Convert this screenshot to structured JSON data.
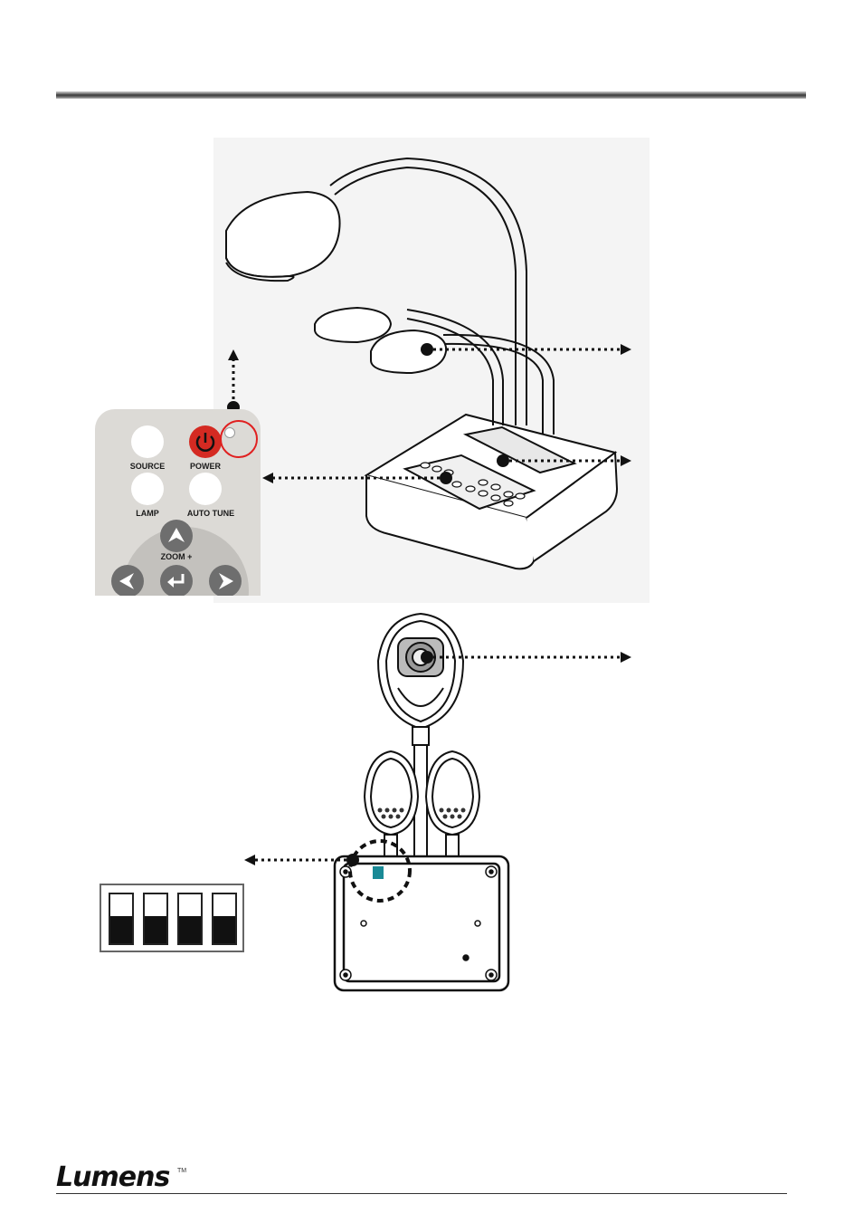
{
  "remote": {
    "labels": {
      "source": "SOURCE",
      "power": "POWER",
      "lamp": "LAMP",
      "auto_tune": "AUTO TUNE",
      "zoom_plus": "ZOOM +"
    },
    "power_icon": "power-icon",
    "up_icon": "arrow-up-icon",
    "left_icon": "arrow-left-icon",
    "enter_icon": "enter-icon",
    "right_icon": "arrow-right-icon"
  },
  "footer": {
    "brand": "Lumens",
    "trademark": "TM"
  },
  "colors": {
    "power_button": "#d42a22",
    "highlight_circle": "#e02020",
    "dip_switch_accent": "#1a8a96"
  }
}
